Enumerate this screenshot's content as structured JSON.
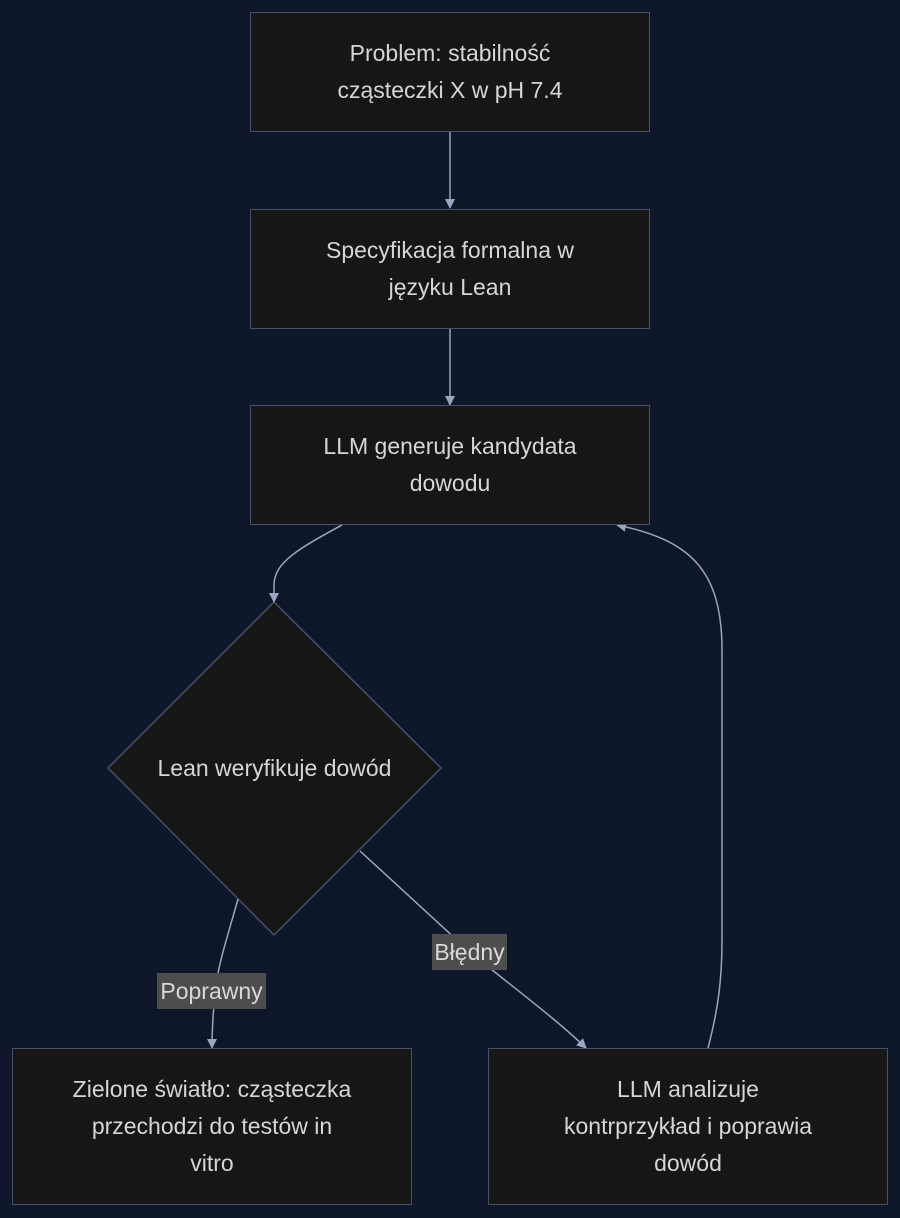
{
  "colors": {
    "background": "#0e1729",
    "node_fill": "#161616",
    "node_border": "#47506a",
    "edge": "#9aa6bf",
    "text": "#d6d6d6",
    "edge_label_bg": "#4d4d4d"
  },
  "nodes": {
    "problem": {
      "line1": "Problem: stabilność",
      "line2": "cząsteczki X w pH 7.4"
    },
    "spec": {
      "line1": "Specyfikacja formalna w",
      "line2": "języku Lean"
    },
    "generate": {
      "line1": "LLM generuje kandydata",
      "line2": "dowodu"
    },
    "verify": {
      "label": "Lean weryfikuje dowód"
    },
    "green": {
      "line1": "Zielone światło: cząsteczka",
      "line2": "przechodzi do testów in",
      "line3": "vitro"
    },
    "analyze": {
      "line1": "LLM analizuje",
      "line2": "kontrprzykład i poprawia",
      "line3": "dowód"
    }
  },
  "edges": {
    "correct_label": "Poprawny",
    "wrong_label": "Błędny"
  }
}
